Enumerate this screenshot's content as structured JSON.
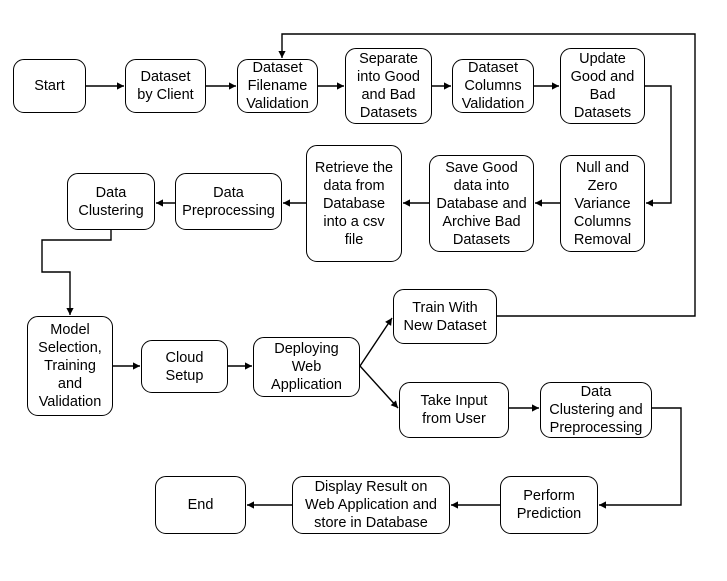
{
  "diagram": {
    "nodes": [
      {
        "id": "start",
        "label": "Start"
      },
      {
        "id": "dataset-client",
        "label": "Dataset\nby Client"
      },
      {
        "id": "filename-validation",
        "label": "Dataset\nFilename\nValidation"
      },
      {
        "id": "separate-good-bad",
        "label": "Separate\ninto Good\nand Bad\nDatasets"
      },
      {
        "id": "columns-validation",
        "label": "Dataset\nColumns\nValidation"
      },
      {
        "id": "update-good-bad",
        "label": "Update\nGood and\nBad\nDatasets"
      },
      {
        "id": "null-zero-variance",
        "label": "Null and\nZero\nVariance\nColumns\nRemoval"
      },
      {
        "id": "save-good-data",
        "label": "Save Good\ndata into\nDatabase and\nArchive Bad\nDatasets"
      },
      {
        "id": "retrieve-data",
        "label": "Retrieve the\ndata from\nDatabase\ninto a csv\nfile"
      },
      {
        "id": "data-preprocessing",
        "label": "Data\nPreprocessing"
      },
      {
        "id": "data-clustering",
        "label": "Data\nClustering"
      },
      {
        "id": "model-selection",
        "label": "Model\nSelection,\nTraining\nand\nValidation"
      },
      {
        "id": "cloud-setup",
        "label": "Cloud\nSetup"
      },
      {
        "id": "deploying-web-app",
        "label": "Deploying\nWeb\nApplication"
      },
      {
        "id": "train-new-dataset",
        "label": "Train With\nNew Dataset"
      },
      {
        "id": "take-input",
        "label": "Take Input\nfrom User"
      },
      {
        "id": "clustering-preprocessing",
        "label": "Data\nClustering and\nPreprocessing"
      },
      {
        "id": "perform-prediction",
        "label": "Perform\nPrediction"
      },
      {
        "id": "display-result",
        "label": "Display Result on\nWeb Application and\nstore in Database"
      },
      {
        "id": "end",
        "label": "End"
      }
    ],
    "edges": [
      {
        "from": "start",
        "to": "dataset-client"
      },
      {
        "from": "dataset-client",
        "to": "filename-validation"
      },
      {
        "from": "filename-validation",
        "to": "separate-good-bad"
      },
      {
        "from": "separate-good-bad",
        "to": "columns-validation"
      },
      {
        "from": "columns-validation",
        "to": "update-good-bad"
      },
      {
        "from": "update-good-bad",
        "to": "null-zero-variance"
      },
      {
        "from": "null-zero-variance",
        "to": "save-good-data"
      },
      {
        "from": "save-good-data",
        "to": "retrieve-data"
      },
      {
        "from": "retrieve-data",
        "to": "data-preprocessing"
      },
      {
        "from": "data-preprocessing",
        "to": "data-clustering"
      },
      {
        "from": "data-clustering",
        "to": "model-selection"
      },
      {
        "from": "model-selection",
        "to": "cloud-setup"
      },
      {
        "from": "cloud-setup",
        "to": "deploying-web-app"
      },
      {
        "from": "deploying-web-app",
        "to": "train-new-dataset"
      },
      {
        "from": "deploying-web-app",
        "to": "take-input"
      },
      {
        "from": "train-new-dataset",
        "to": "filename-validation"
      },
      {
        "from": "take-input",
        "to": "clustering-preprocessing"
      },
      {
        "from": "clustering-preprocessing",
        "to": "perform-prediction"
      },
      {
        "from": "perform-prediction",
        "to": "display-result"
      },
      {
        "from": "display-result",
        "to": "end"
      }
    ]
  }
}
